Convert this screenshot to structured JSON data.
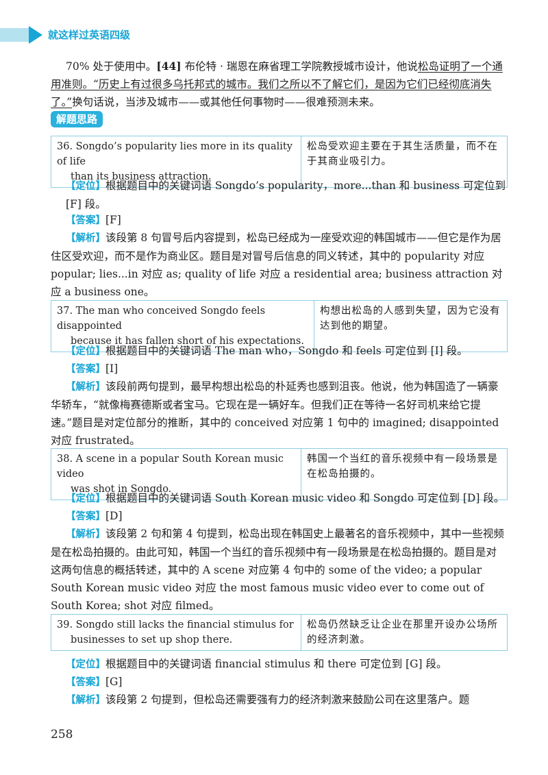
{
  "header": {
    "title": "就这样过英语四级"
  },
  "intro": {
    "text_a": "70% 处于使用中。",
    "text_b": "[44]",
    "text_c": " 布伦特 · 瑞恩在麻省理工学院教授城市设计，他说",
    "text_d": "松岛证明了一个通用准则。“历史上有过很多乌托邦式的城市。我们之所以不了解它们，是因为它们已经彻底消失了。”",
    "text_e": "换句话说，当涉及城市——或其他任何事物时——很难预测未来。"
  },
  "section_tag": "解题思路",
  "questions": [
    {
      "en1": "36. Songdo’s popularity lies more in its quality of life",
      "en2": "than its business attraction.",
      "zh": "松岛受欢迎主要在于其生活质量，而不在于其商业吸引力。",
      "locate_label": "【定位】",
      "locate_text": "根据题目中的关键词语 Songdo’s popularity，more...than 和 business 可定位到 [F] 段。",
      "answer_label": "【答案】",
      "answer_text": "[F]",
      "analysis_label": "【解析】",
      "analysis_text": "该段第 8 句冒号后内容提到，松岛已经成为一座受欢迎的韩国城市——但它是作为居住区受欢迎，而不是作为商业区。题目是对冒号后信息的同义转述，其中的 popularity 对应 popular; lies...in 对应 as; quality of life 对应 a residential area; business attraction 对应 a business one。"
    },
    {
      "en1": "37. The man who conceived Songdo feels disappointed",
      "en2": "because it has fallen short of his expectations.",
      "zh": "构想出松岛的人感到失望，因为它没有达到他的期望。",
      "locate_label": "【定位】",
      "locate_text": "根据题目中的关键词语 The man who，Songdo 和 feels 可定位到 [I] 段。",
      "answer_label": "【答案】",
      "answer_text": "[I]",
      "analysis_label": "【解析】",
      "analysis_text": "该段前两句提到，最早构想出松岛的朴延秀也感到沮丧。他说，他为韩国造了一辆豪华轿车，“就像梅赛德斯或者宝马。它现在是一辆好车。但我们正在等待一名好司机来给它提速。”题目是对定位部分的推断，其中的 conceived 对应第 1 句中的 imagined; disappointed 对应 frustrated。"
    },
    {
      "en1": "38. A scene in a popular South Korean music video",
      "en2": "was shot in Songdo.",
      "zh": "韩国一个当红的音乐视频中有一段场景是在松岛拍摄的。",
      "locate_label": "【定位】",
      "locate_text": "根据题目中的关键词语 South Korean music video 和 Songdo 可定位到 [D] 段。",
      "answer_label": "【答案】",
      "answer_text": "[D]",
      "analysis_label": "【解析】",
      "analysis_text": "该段第 2 句和第 4 句提到，松岛出现在韩国史上最著名的音乐视频中，其中一些视频是在松岛拍摄的。由此可知，韩国一个当红的音乐视频中有一段场景是在松岛拍摄的。题目是对这两句信息的概括转述，其中的 A scene 对应第 4 句中的 some of the video; a popular South Korean music video 对应 the most famous music video ever to come out of South Korea; shot 对应 filmed。"
    },
    {
      "en1": "39. Songdo still lacks the financial stimulus for",
      "en2": "businesses to set up shop there.",
      "zh": "松岛仍然缺乏让企业在那里开设办公场所的经济刺激。",
      "locate_label": "【定位】",
      "locate_text": "根据题目中的关键词语 financial stimulus 和 there 可定位到 [G] 段。",
      "answer_label": "【答案】",
      "answer_text": "[G]",
      "analysis_label": "【解析】",
      "analysis_text": "该段第 2 句提到，但松岛还需要强有力的经济刺激来鼓励公司在这里落户。题"
    }
  ],
  "page_number": "258"
}
